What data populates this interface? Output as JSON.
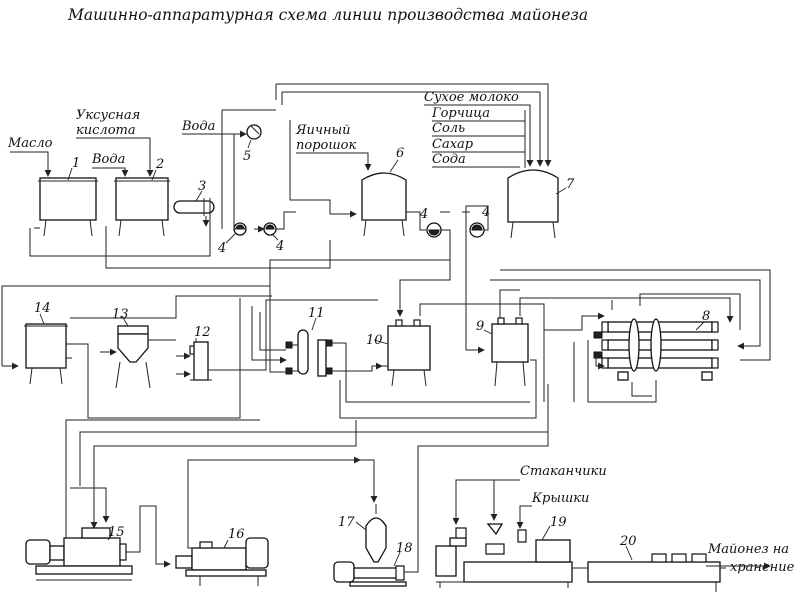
{
  "title": "Машинно-аппаратурная схема линии производства майонеза",
  "labels": {
    "oil": "Масло",
    "water1": "Вода",
    "vinegar_1": "Уксусная",
    "vinegar_2": "кислота",
    "water2": "Вода",
    "egg_1": "Яичный",
    "egg_2": "порошок",
    "milk": "Сухое молоко",
    "mustard": "Горчица",
    "salt": "Соль",
    "sugar": "Сахар",
    "soda": "Сода",
    "cups": "Стаканчики",
    "lids": "Крышки",
    "output_1": "Майонез на",
    "output_2": "хранение"
  },
  "numbers": {
    "n1": "1",
    "n2": "2",
    "n3": "3",
    "n4a": "4",
    "n4b": "4",
    "n4c": "4",
    "n4d": "4",
    "n5": "5",
    "n6": "6",
    "n7": "7",
    "n8": "8",
    "n9": "9",
    "n10": "10",
    "n11": "11",
    "n12": "12",
    "n13": "13",
    "n14": "14",
    "n15": "15",
    "n16": "16",
    "n17": "17",
    "n18": "18",
    "n19": "19",
    "n20": "20"
  },
  "colors": {
    "line": "#222222",
    "background": "#ffffff"
  }
}
